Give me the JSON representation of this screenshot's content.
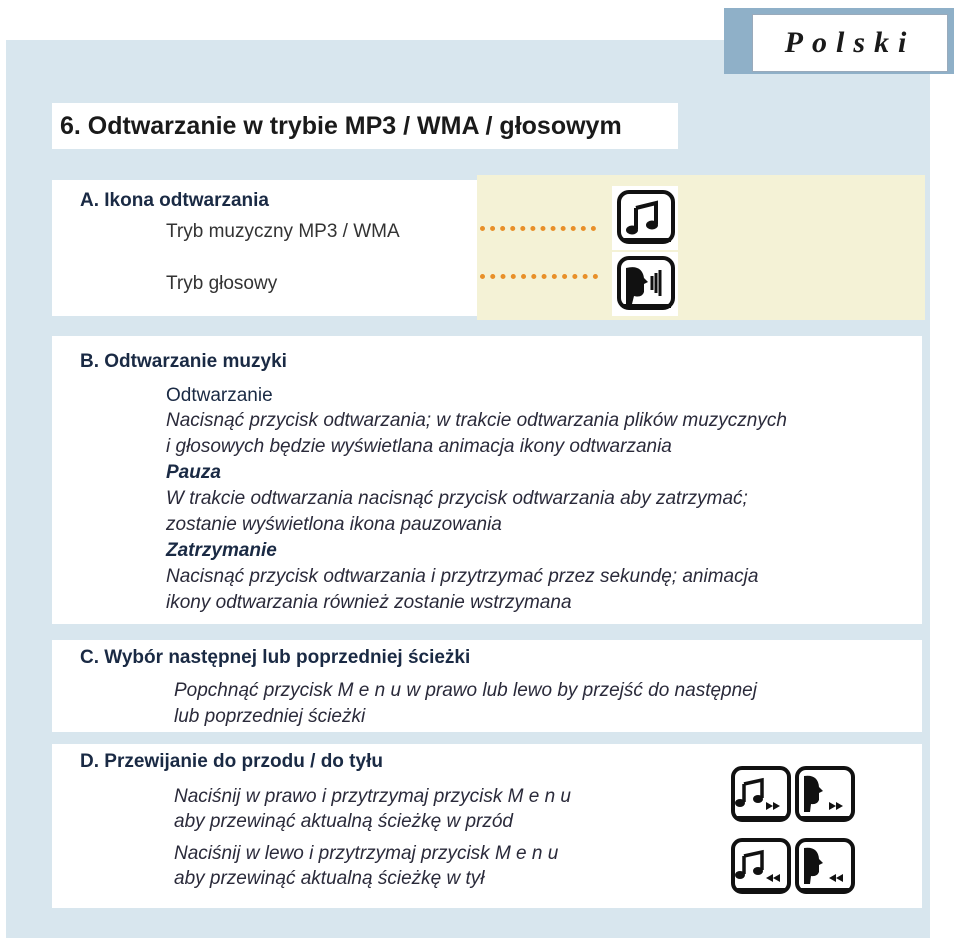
{
  "header": {
    "language": "Polski"
  },
  "title": "6. Odtwarzanie w trybie MP3 / WMA / głosowym",
  "section_a": {
    "heading": "A. Ikona odtwarzania",
    "mode_music": "Tryb muzyczny MP3 / WMA",
    "mode_voice": "Tryb głosowy",
    "icons": [
      "music-note-icon",
      "voice-speaker-icon"
    ]
  },
  "section_b": {
    "heading": "B. Odtwarzanie muzyki",
    "play_title": "Odtwarzanie",
    "play_line1": "Nacisnąć przycisk odtwarzania; w trakcie odtwarzania plików muzycznych",
    "play_line2": "i głosowych będzie wyświetlana animacja ikony odtwarzania",
    "pause_title": "Pauza",
    "pause_line1": "W trakcie odtwarzania nacisnąć przycisk odtwarzania aby zatrzymać;",
    "pause_line2": "zostanie wyświetlona ikona pauzowania",
    "stop_title": "Zatrzymanie",
    "stop_line1": "Nacisnąć przycisk odtwarzania i przytrzymać przez sekundę; animacja",
    "stop_line2": "ikony odtwarzania również zostanie wstrzymana"
  },
  "section_c": {
    "heading": "C. Wybór następnej lub poprzedniej ścieżki",
    "line1": "Popchnąć przycisk  M e n u  w prawo lub lewo by przejść do następnej",
    "line2": "lub poprzedniej ścieżki"
  },
  "section_d": {
    "heading": "D. Przewijanie do przodu / do tyłu",
    "fwd_line1": "Naciśnij w prawo i przytrzymaj przycisk  M e n u",
    "fwd_line2": "aby przewinąć aktualną ścieżkę w przód",
    "rew_line1": "Naciśnij w lewo i przytrzymaj przycisk  M e n u",
    "rew_line2": "aby przewinąć aktualną ścieżkę w tył",
    "icons": [
      "music-forward-icon",
      "voice-forward-icon",
      "music-rewind-icon",
      "voice-rewind-icon"
    ]
  },
  "colors": {
    "panel": "#d8e6ee",
    "tab": "#8fb0c8",
    "highlight": "#f4f2d6",
    "dots": "#e8902a"
  }
}
